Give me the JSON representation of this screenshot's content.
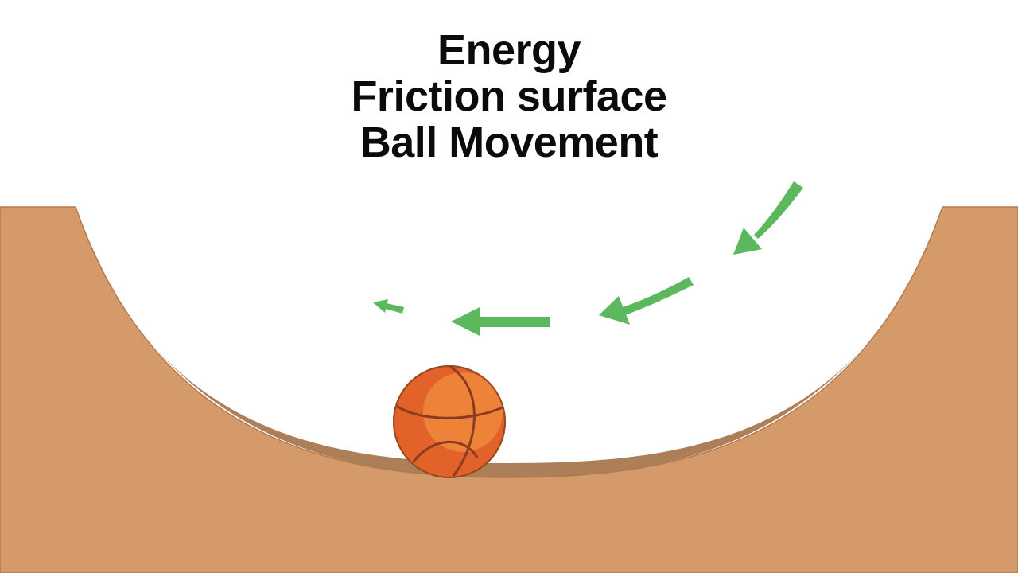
{
  "title_lines": [
    "Energy",
    "Friction surface",
    "Ball Movement"
  ],
  "colors": {
    "background": "#ffffff",
    "ground": "#d59a69",
    "ground_shadow": "#a87850",
    "arrow": "#5cb85c",
    "ball_base": "#e2622a",
    "ball_highlight": "#ee8a3c",
    "ball_seam": "#8a3b20",
    "title_text": "#0b0b0b"
  },
  "icons": {
    "ball": "basketball-icon",
    "arrow": "arrow-left-curved-icon"
  }
}
